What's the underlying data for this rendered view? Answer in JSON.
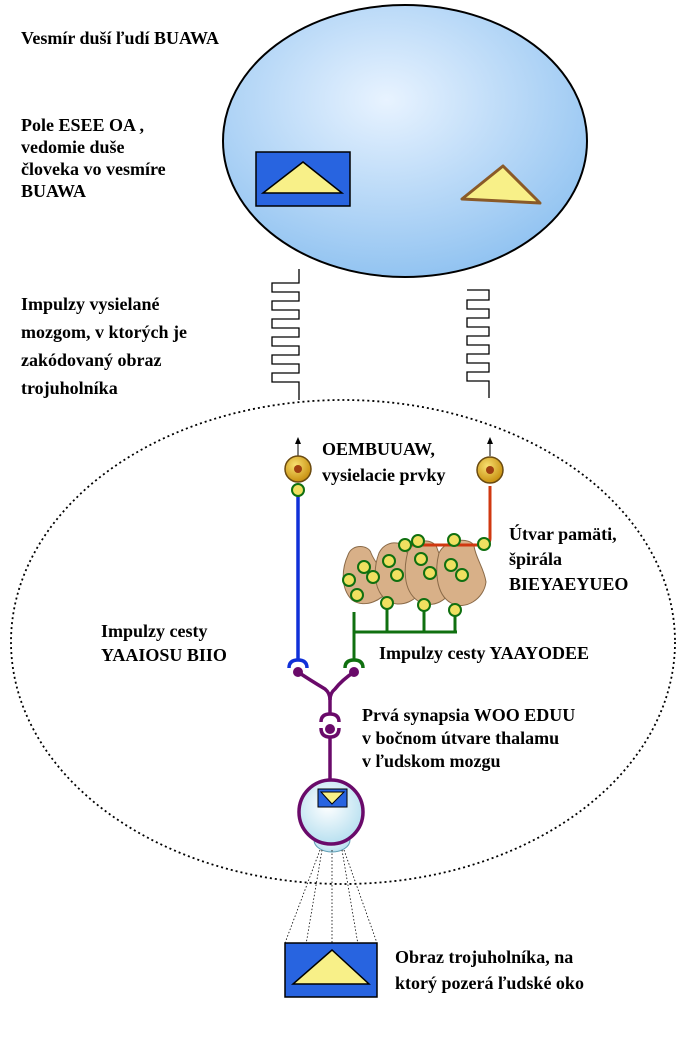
{
  "labels": {
    "universe_title": "Vesmír duší ľudí BUAWA",
    "soul_field": "Pole ESEE  OA ,\nvedomie duše\nčloveka vo vesmíre\nBUAWA",
    "impulses_brain": "Impulzy vysielané\nmozgom, v ktorých je\nzakódovaný obraz\ntrojuholníka",
    "transmitters": "OEMBUUAW,\nvysielacie prvky",
    "memory_spiral": "Útvar pamäti,\nšpirála\nBIEYAEYUEO",
    "path_biio": "Impulzy cesty\nYAAIOSU BIIO",
    "path_yaayodee": "Impulzy cesty YAAYODEE",
    "first_synapse": "Prvá synapsia WOO EDUU\nv bočnom útvare thalamu\nv ľudskom mozgu",
    "triangle_image": "Obraz trojuholníka, na\nktorý pozerá ľudské oko"
  },
  "colors": {
    "universe_fill": "#a8d0f8",
    "triangle_yellow": "#f8f088",
    "square_blue": "#2864e0",
    "path_blue": "#1030d8",
    "path_green": "#107010",
    "path_red": "#d03810",
    "purple": "#6a0a6a",
    "memory_fill": "#d8b088",
    "node_gold": "#d8a020"
  }
}
